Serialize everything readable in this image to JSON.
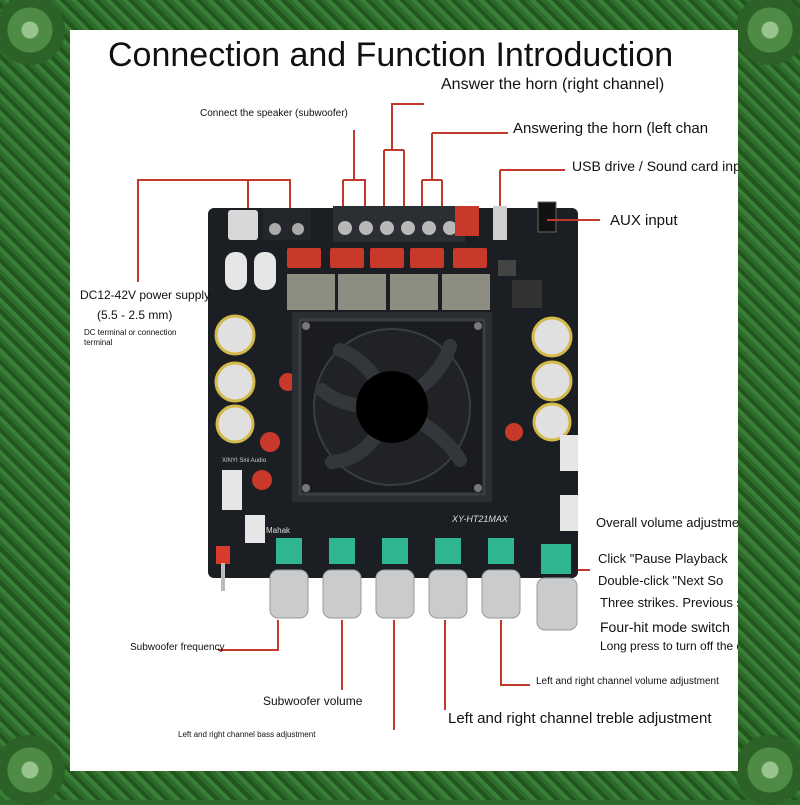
{
  "title": "Connection and Function Introduction",
  "labels": {
    "answer_horn_right": "Answer the horn (right channel)",
    "answer_horn_left": "Answering the horn (left chan",
    "usb_drive": "USB drive / Sound card input",
    "aux_input": "AUX input",
    "connect_speaker": "Connect the speaker (subwoofer)",
    "dc_power": "DC12-42V power supply",
    "dc_size": "(5.5 - 2.5 mm)",
    "dc_terminal": "DC terminal or connection",
    "terminal": "terminal",
    "overall_volume": "Overall volume adjustment",
    "click_pause": "Click \"Pause Playback",
    "double_click": "Double-click \"Next So",
    "three_strikes": "Three strikes. Previous song.",
    "four_hit": "Four-hit mode switch",
    "long_press": "Long press to turn off the device",
    "subwoofer_frequency": "Subwoofer frequency",
    "subwoofer_volume": "Subwoofer volume",
    "lr_volume": "Left and right channel volume adjustment",
    "lr_treble": "Left and right channel treble adjustment",
    "lr_bass": "Left and right channel bass adjustment"
  },
  "board_text": {
    "model": "XY-HT21MAX",
    "brand": "Mahak",
    "maker": "XINYI Sini Audio"
  },
  "colors": {
    "pointer": "#c0392b",
    "board": "#1b1f24",
    "heatsink": "#2a2d31",
    "capacitor_red": "#c8382b",
    "pot_green": "#2fb592",
    "knob": "#c9cbcd",
    "frame_green": "#2f6a2c"
  }
}
